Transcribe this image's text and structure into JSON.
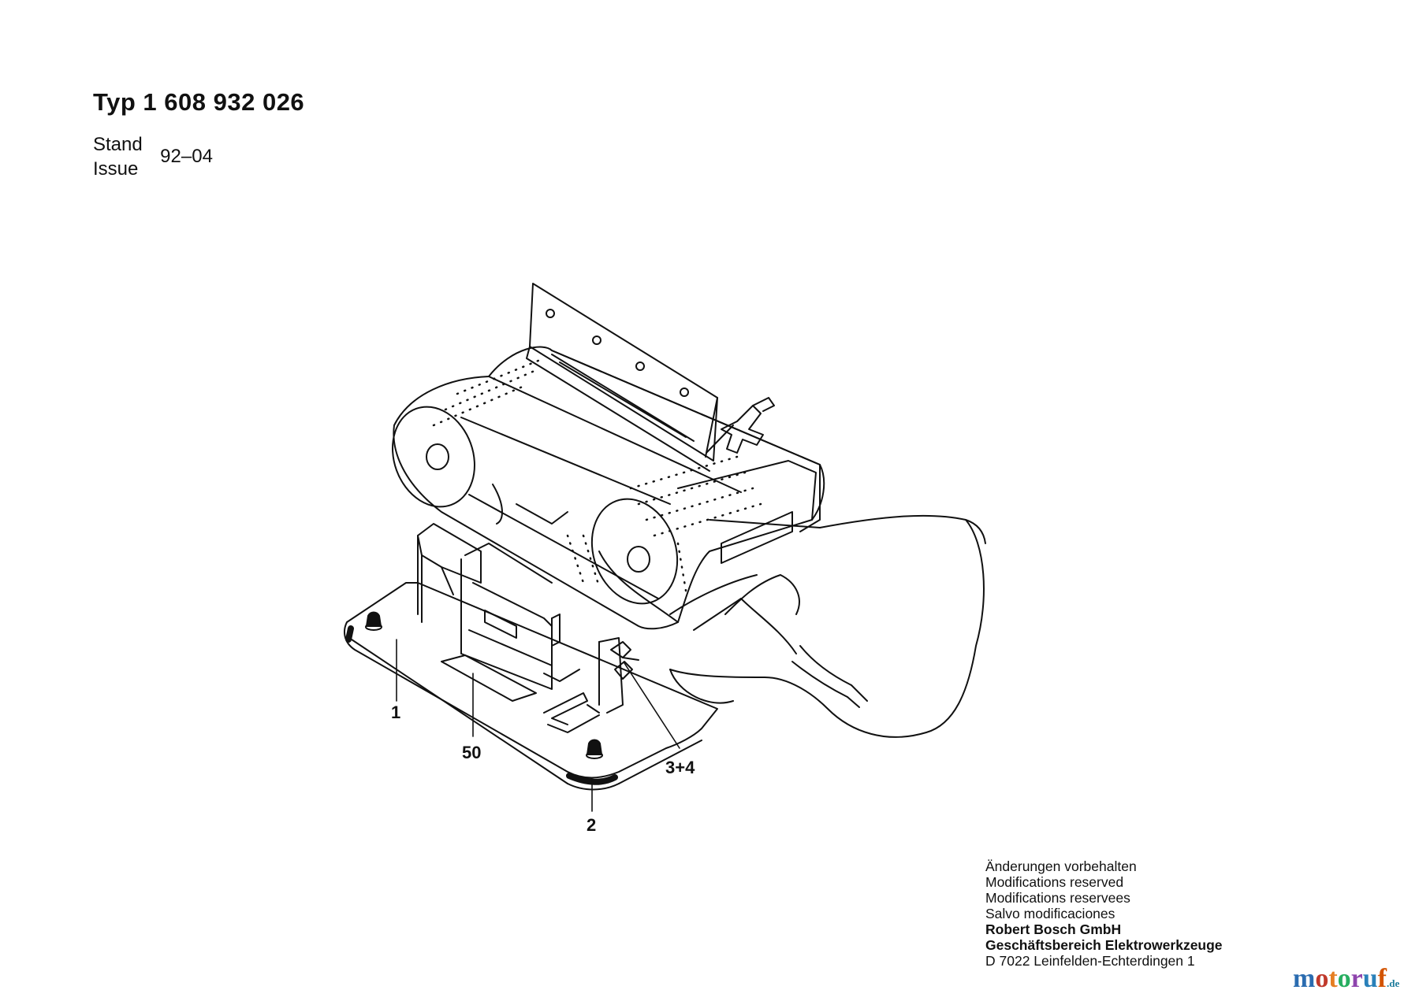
{
  "header": {
    "title": "Typ 1 608 932 026",
    "stand_label": "Stand",
    "issue_label": "Issue",
    "issue_value": "92–04"
  },
  "callouts": {
    "part_1": "1",
    "part_50": "50",
    "part_2": "2",
    "part_3_4": "3+4"
  },
  "footer": {
    "notes": [
      "Änderungen vorbehalten",
      "Modifications reserved",
      "Modifications reservees",
      "Salvo modificaciones"
    ],
    "company": "Robert Bosch GmbH",
    "division": "Geschäftsbereich Elektrowerkzeuge",
    "address": "D 7022 Leinfelden-Echterdingen 1"
  },
  "watermark": {
    "text": "motoruf",
    "suffix": ".de",
    "letter_colors": [
      "#2b6cb0",
      "#c0392b",
      "#e67e22",
      "#27ae60",
      "#8e44ad",
      "#2980b9",
      "#d35400"
    ]
  }
}
